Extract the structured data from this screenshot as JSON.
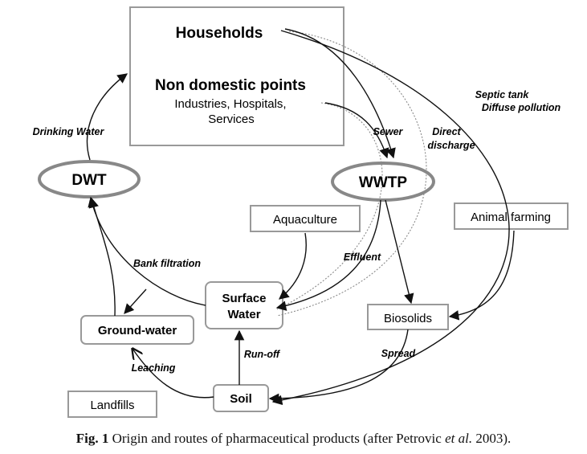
{
  "nodes": {
    "households": "Households",
    "non_domestic": "Non domestic points",
    "non_domestic_sub1": "Industries, Hospitals,",
    "non_domestic_sub2": "Services",
    "dwt": "DWT",
    "wwtp": "WWTP",
    "aquaculture": "Aquaculture",
    "animal_farming": "Animal farming",
    "surface_water_1": "Surface",
    "surface_water_2": "Water",
    "biosolids": "Biosolids",
    "groundwater": "Ground-water",
    "soil": "Soil",
    "landfills": "Landfills"
  },
  "edge_labels": {
    "drinking_water": "Drinking Water",
    "sewer": "Sewer",
    "direct_discharge_1": "Direct",
    "direct_discharge_2": "discharge",
    "septic_1": "Septic tank",
    "septic_2": "Diffuse pollution",
    "bank_filtration": "Bank filtration",
    "effluent": "Effluent",
    "run_off": "Run-off",
    "leaching": "Leaching",
    "spread": "Spread"
  },
  "caption": {
    "fig": "Fig. 1",
    "text_a": " Origin and routes of pharmaceutical products (after Petrovic ",
    "et_al": "et al.",
    "text_b": "  2003)."
  }
}
